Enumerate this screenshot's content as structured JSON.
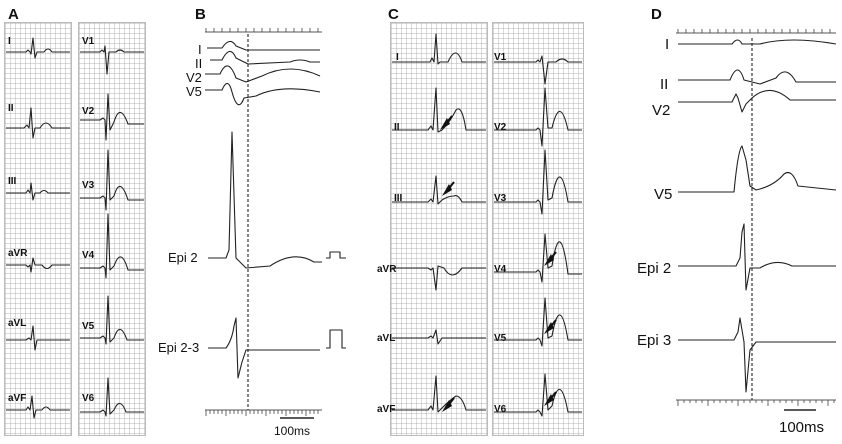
{
  "panels": {
    "a": {
      "letter": "A",
      "limb_leads": [
        "I",
        "II",
        "III",
        "aVR",
        "aVL",
        "aVF"
      ],
      "chest_leads": [
        "V1",
        "V2",
        "V3",
        "V4",
        "V5",
        "V6"
      ]
    },
    "b": {
      "letter": "B",
      "leads": [
        "I",
        "II",
        "V2",
        "V5"
      ],
      "epi_labels": [
        "Epi 2",
        "Epi 2-3"
      ],
      "scale_label": "100ms"
    },
    "c": {
      "letter": "C",
      "limb_leads": [
        "I",
        "II",
        "III",
        "aVR",
        "aVL",
        "aVF"
      ],
      "chest_leads": [
        "V1",
        "V2",
        "V3",
        "V4",
        "V5",
        "V6"
      ]
    },
    "d": {
      "letter": "D",
      "leads": [
        "I",
        "II",
        "V2",
        "V5",
        "Epi 2",
        "Epi 3"
      ],
      "scale_label": "100ms"
    }
  },
  "colors": {
    "trace": "#222222",
    "grid": "#bbbbbb"
  }
}
